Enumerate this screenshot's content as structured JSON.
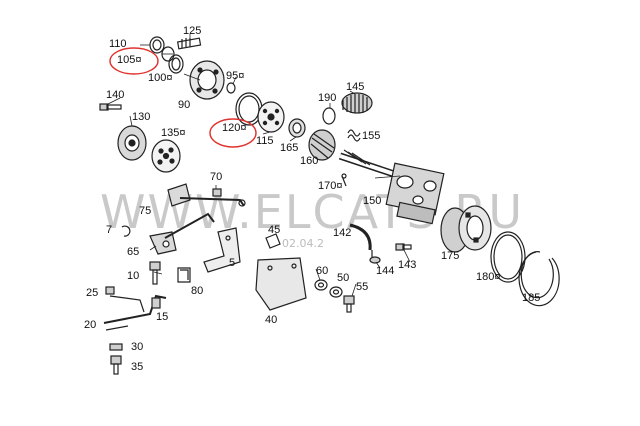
{
  "diagram": {
    "watermark": "WWW.ELCATS.RU",
    "stamp": "02.04.2",
    "part_labels": [
      {
        "key": "p110",
        "text": "110"
      },
      {
        "key": "p125",
        "text": "125"
      },
      {
        "key": "p105",
        "text": "105¤",
        "circled": true
      },
      {
        "key": "p100",
        "text": "100¤"
      },
      {
        "key": "p95",
        "text": "95¤"
      },
      {
        "key": "p90",
        "text": "90"
      },
      {
        "key": "p140",
        "text": "140"
      },
      {
        "key": "p130",
        "text": "130"
      },
      {
        "key": "p135",
        "text": "135¤"
      },
      {
        "key": "p120",
        "text": "120¤",
        "circled": true
      },
      {
        "key": "p115",
        "text": "115"
      },
      {
        "key": "p190",
        "text": "190"
      },
      {
        "key": "p145",
        "text": "145"
      },
      {
        "key": "p155",
        "text": "155"
      },
      {
        "key": "p165",
        "text": "165"
      },
      {
        "key": "p160",
        "text": "160"
      },
      {
        "key": "p170",
        "text": "170¤"
      },
      {
        "key": "p150",
        "text": "150"
      },
      {
        "key": "p70",
        "text": "70"
      },
      {
        "key": "p75",
        "text": "75"
      },
      {
        "key": "p7",
        "text": "7"
      },
      {
        "key": "p65",
        "text": "65"
      },
      {
        "key": "p45",
        "text": "45"
      },
      {
        "key": "p142",
        "text": "142"
      },
      {
        "key": "p5",
        "text": "5"
      },
      {
        "key": "p10",
        "text": "10"
      },
      {
        "key": "p80",
        "text": "80"
      },
      {
        "key": "p60",
        "text": "60"
      },
      {
        "key": "p50",
        "text": "50"
      },
      {
        "key": "p144",
        "text": "144"
      },
      {
        "key": "p143",
        "text": "143"
      },
      {
        "key": "p175",
        "text": "175"
      },
      {
        "key": "p180",
        "text": "180¤"
      },
      {
        "key": "p185",
        "text": "185"
      },
      {
        "key": "p25",
        "text": "25"
      },
      {
        "key": "p55",
        "text": "55"
      },
      {
        "key": "p20",
        "text": "20"
      },
      {
        "key": "p15",
        "text": "15"
      },
      {
        "key": "p40",
        "text": "40"
      },
      {
        "key": "p30",
        "text": "30"
      },
      {
        "key": "p35",
        "text": "35"
      }
    ],
    "highlight_color": "#e0322e",
    "line_color": "#222222"
  }
}
